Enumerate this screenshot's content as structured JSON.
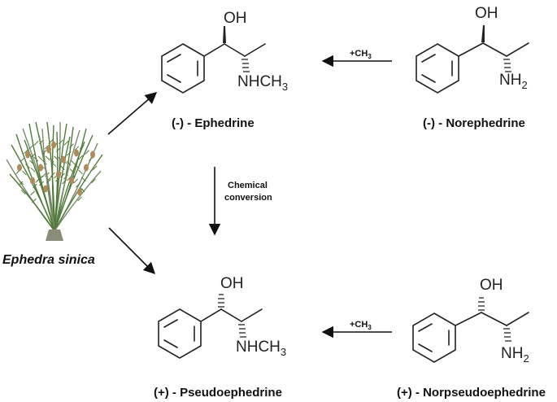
{
  "molecules": {
    "ephedrine": {
      "oh": "OH",
      "amine": "NHCH",
      "amine_sub": "3",
      "name": "(-) - Ephedrine"
    },
    "norephedrine": {
      "oh": "OH",
      "amine": "NH",
      "amine_sub": "2",
      "name": "(-) - Norephedrine"
    },
    "pseudoephedrine": {
      "oh": "OH",
      "amine": "NHCH",
      "amine_sub": "3",
      "name": "(+) - Pseudoephedrine"
    },
    "norpseudoephedrine": {
      "oh": "OH",
      "amine": "NH",
      "amine_sub": "2",
      "name": "(+) - Norpseudoephedrine"
    }
  },
  "arrows": {
    "methylation_top": {
      "label": "+CH",
      "label_sub": "3"
    },
    "methylation_bottom": {
      "label": "+CH",
      "label_sub": "3"
    },
    "conversion": {
      "line1": "Chemical",
      "line2": "conversion"
    }
  },
  "plant": {
    "label": "Ephedra sinica"
  },
  "colors": {
    "stem": "#7a8b6a",
    "needle": "#4f7a3a",
    "cone": "#b08a5a"
  }
}
